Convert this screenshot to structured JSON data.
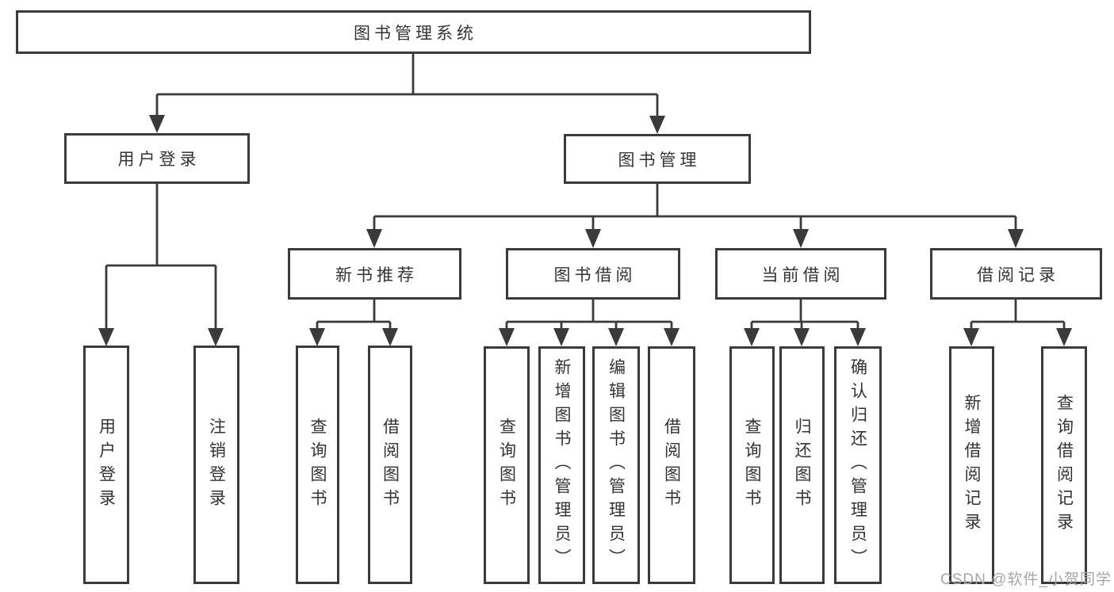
{
  "diagram": {
    "root": {
      "label": "图书管理系统"
    },
    "level2": [
      {
        "id": "user-login",
        "label": "用户登录"
      },
      {
        "id": "book-management",
        "label": "图书管理"
      }
    ],
    "level3": [
      {
        "id": "new-book-recommend",
        "label": "新书推荐"
      },
      {
        "id": "book-borrowing",
        "label": "图书借阅"
      },
      {
        "id": "current-borrowing",
        "label": "当前借阅"
      },
      {
        "id": "borrowing-records",
        "label": "借阅记录"
      }
    ],
    "level4": [
      {
        "id": "user-login-leaf",
        "label": "用户登录"
      },
      {
        "id": "logout",
        "label": "注销登录"
      },
      {
        "id": "query-books-recommend",
        "label": "查询图书"
      },
      {
        "id": "borrow-books-recommend",
        "label": "借阅图书"
      },
      {
        "id": "query-books-borrowing",
        "label": "查询图书"
      },
      {
        "id": "add-books-admin",
        "label": "新增图书（管理员）"
      },
      {
        "id": "edit-books-admin",
        "label": "编辑图书（管理员）"
      },
      {
        "id": "borrow-books-borrowing",
        "label": "借阅图书"
      },
      {
        "id": "query-books-current",
        "label": "查询图书"
      },
      {
        "id": "return-books",
        "label": "归还图书"
      },
      {
        "id": "confirm-return-admin",
        "label": "确认归还（管理员）"
      },
      {
        "id": "add-borrow-record",
        "label": "新增借阅记录"
      },
      {
        "id": "query-borrow-record",
        "label": "查询借阅记录"
      }
    ],
    "colors": {
      "line": "#3a3a3a",
      "box_border": "#3a3a3a",
      "text": "#333333",
      "watermark": "#a6a6a6",
      "background": "#ffffff"
    }
  },
  "watermark": {
    "text": "CSDN @软件_小贺同学"
  }
}
